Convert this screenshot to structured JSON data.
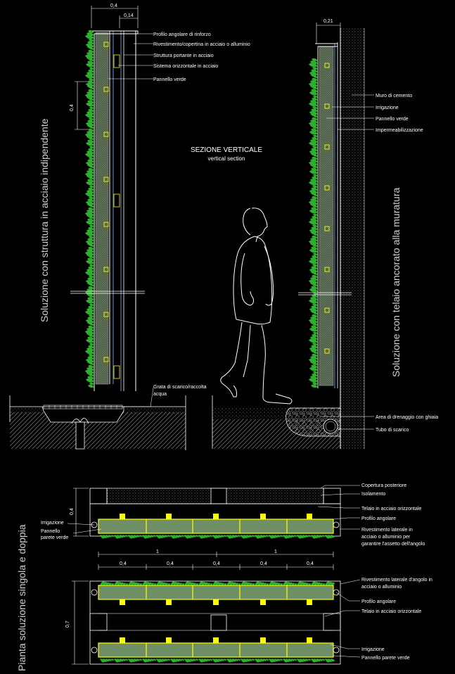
{
  "section": {
    "title": "SEZIONE VERTICALE",
    "subtitle": "vertical section"
  },
  "left_section": {
    "vertical_title": "Soluzione con struttura in acciaio indipendente",
    "dims": {
      "top_total": "0,4",
      "top_inner": "0,14",
      "module": "0,4"
    },
    "labels": [
      "Profilo angolare di rinforzo",
      "Rivestimento/copertina in acciaio o alluminio",
      "Struttura portante in acciaio",
      "Sistema orizzontale in acciaio",
      "Pannello verde",
      "Grata di scarico/raccolta",
      "acqua"
    ]
  },
  "right_section": {
    "vertical_title": "Soluzione con telaio ancorato alla  muratura",
    "dims": {
      "top": "0,21"
    },
    "labels": [
      "Muro di cemento",
      "Irrigazione",
      "Pannello verde",
      "Impermeabilizzazione",
      "Area di drenaggio con ghiaia",
      "Tubo di scarico"
    ]
  },
  "plan": {
    "vertical_title": "Pianta soluzione singola e doppia",
    "single": {
      "dim_depth": "0,4",
      "left_labels": [
        "Irrigazione",
        "Pannello",
        "parete verde"
      ],
      "right_labels": [
        "Copertura posteriore",
        "Isolamento",
        "Telaio in acciaio orizzontale",
        "Profilo angolare",
        "Rivestimento laterale in",
        "acciaio o alluminio per",
        "garantire l'assetto dell'angolo"
      ]
    },
    "dims_top": [
      "1",
      "1"
    ],
    "dims_modules": [
      "0,4",
      "0,4",
      "0,4",
      "0,4",
      "0,4"
    ],
    "double": {
      "dim_depth": "0,7",
      "right_labels": [
        "Rivestimento laterale d'angolo in",
        "acciaio o alluminio",
        "Profilo angolare",
        "Telaio in acciaio orizzontale",
        "Irrigazione",
        "Pannello parete verde"
      ]
    }
  },
  "colors": {
    "panel_fill": "#6f8f66",
    "frame": "#ffff00",
    "foliage": "#2fae2f",
    "line": "#ffffff",
    "structure": "#8fb4ff"
  }
}
